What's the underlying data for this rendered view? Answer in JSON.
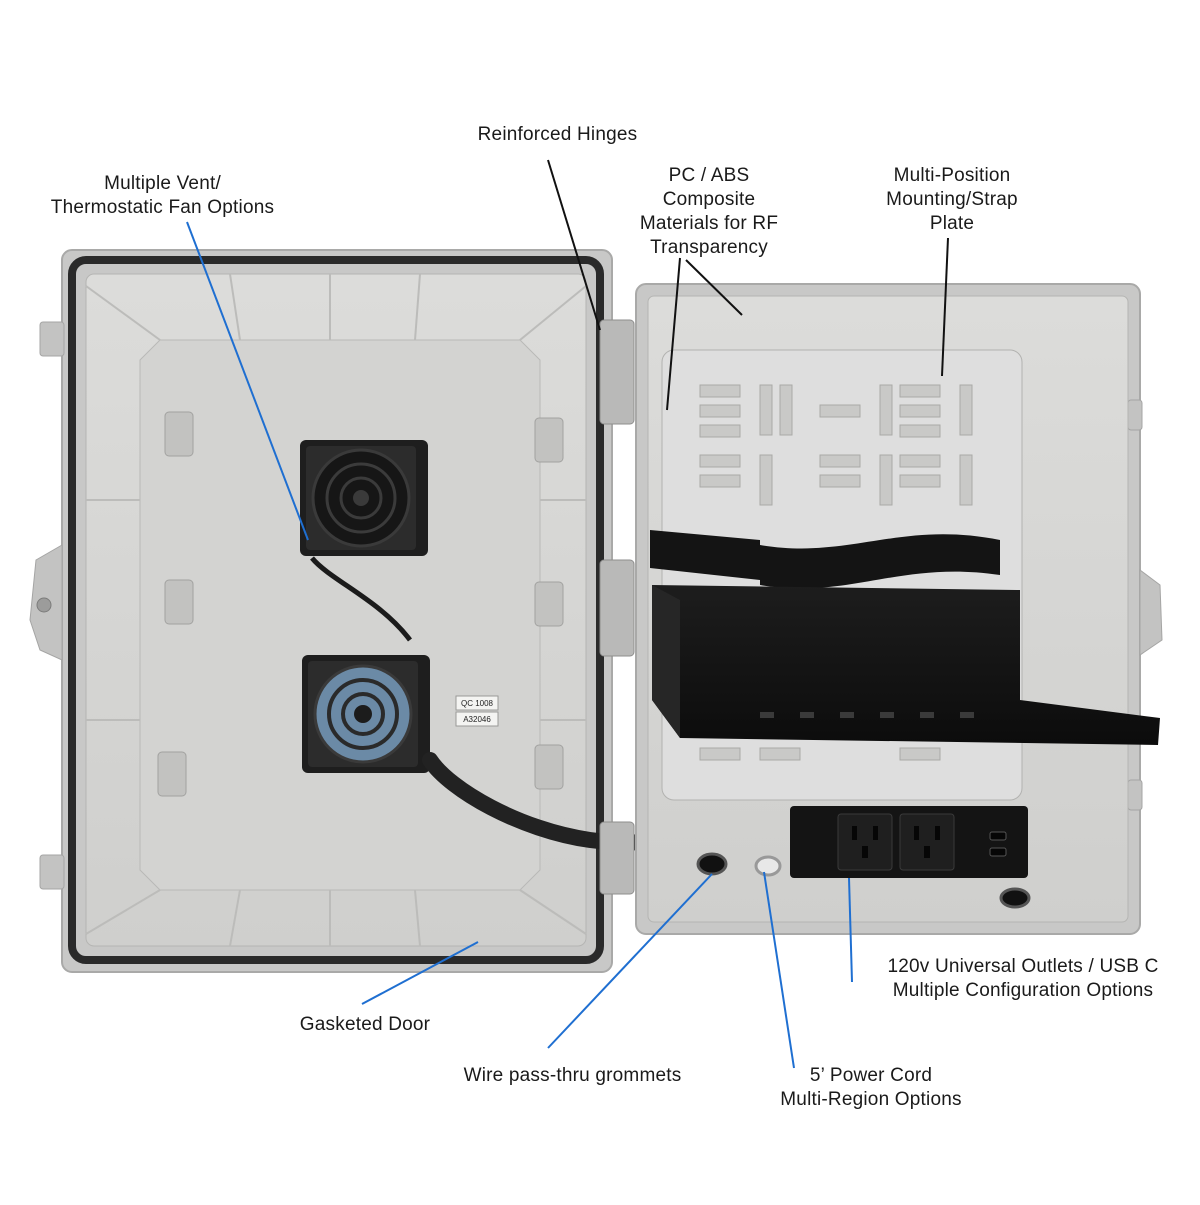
{
  "labels": {
    "reinforced_hinges": "Reinforced Hinges",
    "vent_line1": "Multiple Vent/",
    "vent_line2": "Thermostatic Fan Options",
    "pcabs_line1": "PC / ABS",
    "pcabs_line2": "Composite",
    "pcabs_line3": "Materials for RF",
    "pcabs_line4": "Transparency",
    "mount_line1": "Multi-Position",
    "mount_line2": "Mounting/Strap",
    "mount_line3": "Plate",
    "outlets_line1": "120v Universal Outlets / USB C",
    "outlets_line2": "Multiple Configuration Options",
    "gasketed_door": "Gasketed Door",
    "grommets": "Wire pass-thru grommets",
    "cord_line1": "5’ Power Cord",
    "cord_line2": "Multi-Region Options"
  },
  "enclosure_tags": {
    "qc": "QC 1008",
    "serial": "A32046"
  },
  "colors": {
    "enclosure_gray": "#c9c9c8",
    "enclosure_inner": "#d8d8d6",
    "gasket": "#2a2a2a",
    "shelf_black": "#161616",
    "fan_black": "#222222",
    "callout_blue": "#1f6fd1",
    "callout_black": "#111111"
  },
  "icons": {
    "fan": "fan-icon",
    "outlet": "universal-outlet-icon",
    "usb": "usb-c-port-icon"
  }
}
